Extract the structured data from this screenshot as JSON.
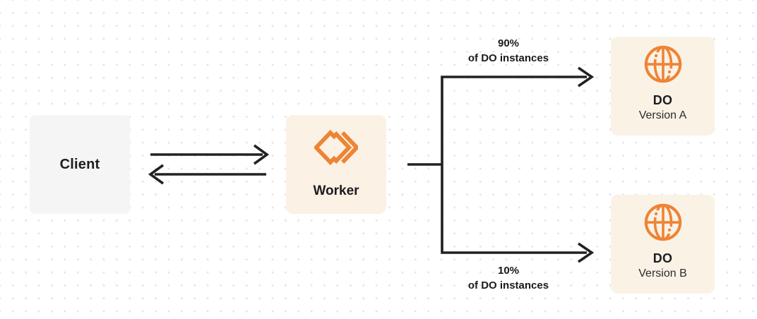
{
  "nodes": {
    "client": {
      "label": "Client"
    },
    "worker": {
      "label": "Worker"
    },
    "do_version_a": {
      "title": "DO",
      "subtitle": "Version A"
    },
    "do_version_b": {
      "title": "DO",
      "subtitle": "Version B"
    }
  },
  "branches": {
    "to_version_a": {
      "percent": "90%",
      "caption": "of DO instances"
    },
    "to_version_b": {
      "percent": "10%",
      "caption": "of DO instances"
    }
  },
  "icons": {
    "worker_icon": "workers-logo-icon",
    "durable_object_icon": "globe-icon"
  },
  "colors": {
    "accent_orange": "#EE8434",
    "card_cream": "#FBF2E6",
    "card_gray": "#F5F5F6",
    "connector_dark": "#212121",
    "dot_grid": "#E5E5E8"
  }
}
